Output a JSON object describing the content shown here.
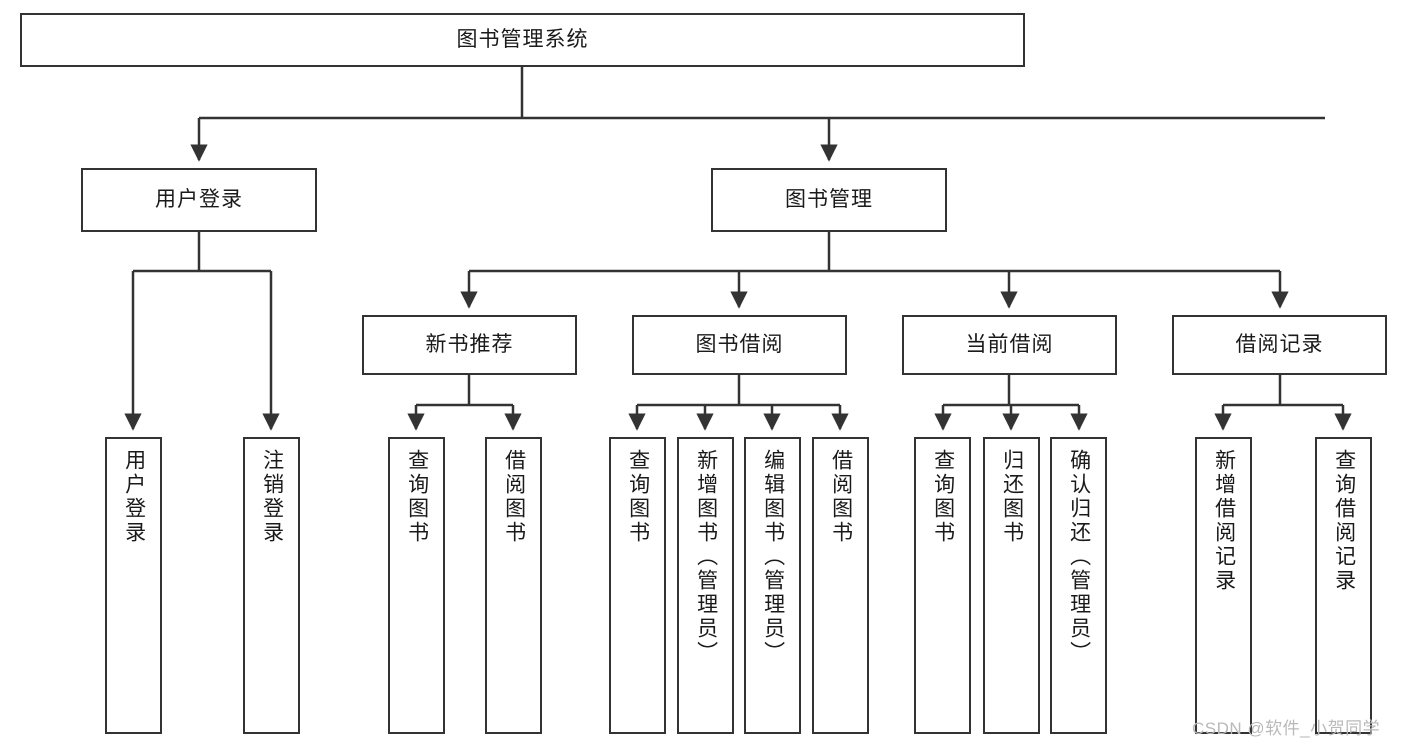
{
  "diagram": {
    "type": "tree-hierarchy",
    "title": "图书管理系统",
    "orientation": "top-down",
    "colors": {
      "box_border": "#333333",
      "box_fill": "#ffffff",
      "connector": "#333333",
      "text": "#1a1a1a",
      "watermark": "#b9b9b9",
      "background": "#ffffff"
    },
    "levels": [
      {
        "level": 1,
        "nodes": [
          {
            "id": "root",
            "label": "图书管理系统",
            "orientation": "horizontal"
          }
        ]
      },
      {
        "level": 2,
        "nodes": [
          {
            "id": "login",
            "label": "用户登录",
            "orientation": "horizontal",
            "parent": "root"
          },
          {
            "id": "bookmgmt",
            "label": "图书管理",
            "orientation": "horizontal",
            "parent": "root"
          }
        ]
      },
      {
        "level": 3,
        "nodes": [
          {
            "id": "newbook",
            "label": "新书推荐",
            "orientation": "horizontal",
            "parent": "bookmgmt"
          },
          {
            "id": "borrow",
            "label": "图书借阅",
            "orientation": "horizontal",
            "parent": "bookmgmt"
          },
          {
            "id": "current",
            "label": "当前借阅",
            "orientation": "horizontal",
            "parent": "bookmgmt"
          },
          {
            "id": "records",
            "label": "借阅记录",
            "orientation": "horizontal",
            "parent": "bookmgmt"
          }
        ]
      },
      {
        "level": 4,
        "nodes": [
          {
            "id": "leaf-user-login",
            "label": "用户登录",
            "orientation": "vertical",
            "parent": "login"
          },
          {
            "id": "leaf-user-logout",
            "label": "注销登录",
            "orientation": "vertical",
            "parent": "login"
          },
          {
            "id": "leaf-new-query",
            "label": "查询图书",
            "orientation": "vertical",
            "parent": "newbook"
          },
          {
            "id": "leaf-new-borrow",
            "label": "借阅图书",
            "orientation": "vertical",
            "parent": "newbook"
          },
          {
            "id": "leaf-borrow-query",
            "label": "查询图书",
            "orientation": "vertical",
            "parent": "borrow"
          },
          {
            "id": "leaf-borrow-add",
            "label": "新增图书（管理员）",
            "orientation": "vertical",
            "parent": "borrow"
          },
          {
            "id": "leaf-borrow-edit",
            "label": "编辑图书（管理员）",
            "orientation": "vertical",
            "parent": "borrow"
          },
          {
            "id": "leaf-borrow-lend",
            "label": "借阅图书",
            "orientation": "vertical",
            "parent": "borrow"
          },
          {
            "id": "leaf-current-query",
            "label": "查询图书",
            "orientation": "vertical",
            "parent": "current"
          },
          {
            "id": "leaf-current-return",
            "label": "归还图书",
            "orientation": "vertical",
            "parent": "current"
          },
          {
            "id": "leaf-current-confirm",
            "label": "确认归还（管理员）",
            "orientation": "vertical",
            "parent": "current"
          },
          {
            "id": "leaf-records-add",
            "label": "新增借阅记录",
            "orientation": "vertical",
            "parent": "records"
          },
          {
            "id": "leaf-records-query",
            "label": "查询借阅记录",
            "orientation": "vertical",
            "parent": "records"
          }
        ]
      }
    ]
  },
  "watermark": {
    "text": "CSDN @软件_小贺同学"
  }
}
